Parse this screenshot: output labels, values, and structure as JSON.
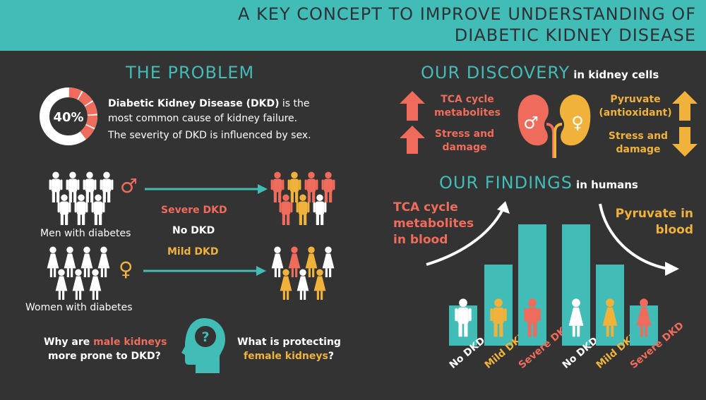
{
  "header": {
    "line1": "A KEY CONCEPT TO IMPROVE UNDERSTANDING OF",
    "line2": "DIABETIC KIDNEY DISEASE"
  },
  "colors": {
    "background": "#333333",
    "teal": "#41bcb6",
    "coral": "#ef6c5c",
    "gold": "#f0b23a",
    "white": "#ffffff"
  },
  "problem": {
    "title": "THE PROBLEM",
    "donut_percent": "40%",
    "donut_fraction": 0.4,
    "desc_bold": "Diabetic Kidney Disease (DKD)",
    "desc_rest1": " is the",
    "desc_line2": "most common cause  of kidney failure.",
    "desc_line3": "The severity of DKD is influenced by sex.",
    "men_label": "Men with diabetes",
    "women_label": "Women with diabetes",
    "legend_severe": "Severe DKD",
    "legend_none": "No DKD",
    "legend_mild": "Mild DKD",
    "male_symbol": "♂",
    "female_symbol": "♀",
    "question_mark": "?",
    "q1_pre": "Why are ",
    "q1_hl": "male kidneys",
    "q1_line2": "more prone to DKD?",
    "q2_line1": "What is protecting",
    "q2_hl": "female kidneys",
    "q2_post": "?"
  },
  "discovery": {
    "title": "OUR DISCOVERY",
    "subtitle": "in kidney cells",
    "left_items": [
      {
        "label_l1": "TCA cycle",
        "label_l2": "metabolites",
        "direction": "up"
      },
      {
        "label_l1": "Stress and",
        "label_l2": "damage",
        "direction": "up"
      }
    ],
    "right_items": [
      {
        "label_l1": "Pyruvate",
        "label_l2": "(antioxidant)",
        "direction": "up"
      },
      {
        "label_l1": "Stress and",
        "label_l2": "damage",
        "direction": "down"
      }
    ],
    "male_symbol": "♂",
    "female_symbol": "♀"
  },
  "findings": {
    "title": "OUR FINDINGS",
    "subtitle": "in humans",
    "left_note_l1": "TCA cycle",
    "left_note_l2": "metabolites",
    "left_note_l3": "in blood",
    "right_note_l1": "Pyruvate in",
    "right_note_l2": "blood",
    "bars": [
      {
        "label": "No DKD",
        "level": 1,
        "sex": "male",
        "color": "#ffffff"
      },
      {
        "label": "Mild DKD",
        "level": 2,
        "sex": "male",
        "color": "#f0b23a"
      },
      {
        "label": "Severe DKD",
        "level": 3,
        "sex": "male",
        "color": "#ef6c5c"
      },
      {
        "label": "No DKD",
        "level": 3,
        "sex": "female",
        "color": "#ffffff"
      },
      {
        "label": "Mild DKD",
        "level": 2,
        "sex": "female",
        "color": "#f0b23a"
      },
      {
        "label": "Severe DKD",
        "level": 1,
        "sex": "female",
        "color": "#ef6c5c"
      }
    ]
  }
}
